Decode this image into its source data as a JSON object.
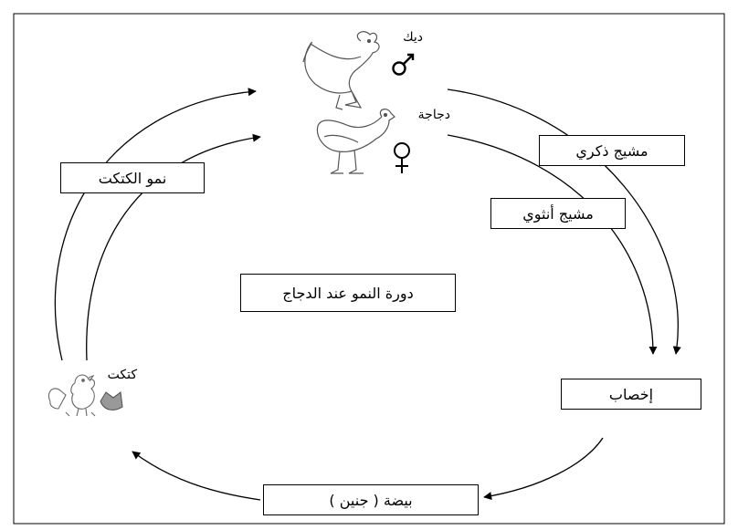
{
  "diagram": {
    "title": "دورة النمو عند الدجاج",
    "labels": {
      "rooster": "ديك",
      "hen": "دجاجة",
      "chick": "كتكت"
    },
    "boxes": {
      "male_gamete": "مشيج ذكري",
      "female_gamete": "مشيج أنثوي",
      "fertilization": "إخصاب",
      "egg": "بيضة ( جنين )",
      "chick_growth": "نمو الكتكت"
    },
    "symbols": {
      "male": "♂",
      "female": "♀"
    },
    "icons": [
      "rooster-icon",
      "hen-icon",
      "chick-hatching-icon"
    ]
  }
}
